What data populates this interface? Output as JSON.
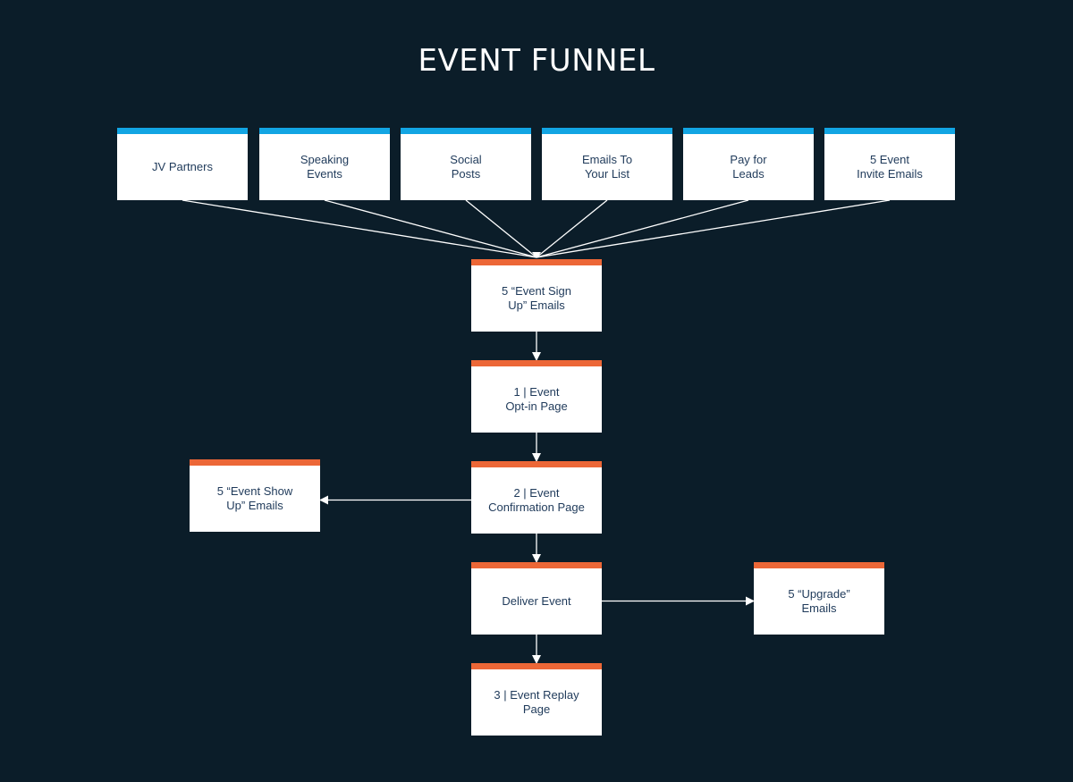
{
  "title": "EVENT FUNNEL",
  "colors": {
    "background": "#0b1d29",
    "source_accent": "#12a5e3",
    "step_accent": "#ec6737",
    "node_fill": "#ffffff",
    "node_text": "#1f3a5a",
    "connector": "#ffffff"
  },
  "sources": [
    {
      "id": "jv-partners",
      "label": "JV Partners"
    },
    {
      "id": "speaking-events",
      "label": "Speaking\nEvents"
    },
    {
      "id": "social-posts",
      "label": "Social\nPosts"
    },
    {
      "id": "emails-to-list",
      "label": "Emails To\nYour List"
    },
    {
      "id": "pay-for-leads",
      "label": "Pay for\nLeads"
    },
    {
      "id": "event-invite-emails",
      "label": "5 Event\nInvite Emails"
    }
  ],
  "steps": [
    {
      "id": "sign-up-emails",
      "label": "5 “Event Sign\nUp” Emails"
    },
    {
      "id": "opt-in-page",
      "label": "1 | Event\nOpt-in Page"
    },
    {
      "id": "confirmation-page",
      "label": "2 | Event\nConfirmation Page"
    },
    {
      "id": "deliver-event",
      "label": "Deliver Event"
    },
    {
      "id": "replay-page",
      "label": "3 | Event Replay\nPage"
    }
  ],
  "branches": [
    {
      "id": "show-up-emails",
      "label": "5 “Event Show\nUp” Emails",
      "from": "confirmation-page"
    },
    {
      "id": "upgrade-emails",
      "label": "5 “Upgrade”\nEmails",
      "from": "deliver-event"
    }
  ],
  "edges": [
    {
      "from": "jv-partners",
      "to": "sign-up-emails"
    },
    {
      "from": "speaking-events",
      "to": "sign-up-emails"
    },
    {
      "from": "social-posts",
      "to": "sign-up-emails"
    },
    {
      "from": "emails-to-list",
      "to": "sign-up-emails"
    },
    {
      "from": "pay-for-leads",
      "to": "sign-up-emails"
    },
    {
      "from": "event-invite-emails",
      "to": "sign-up-emails"
    },
    {
      "from": "sign-up-emails",
      "to": "opt-in-page"
    },
    {
      "from": "opt-in-page",
      "to": "confirmation-page"
    },
    {
      "from": "confirmation-page",
      "to": "show-up-emails"
    },
    {
      "from": "confirmation-page",
      "to": "deliver-event"
    },
    {
      "from": "deliver-event",
      "to": "upgrade-emails"
    },
    {
      "from": "deliver-event",
      "to": "replay-page"
    }
  ]
}
